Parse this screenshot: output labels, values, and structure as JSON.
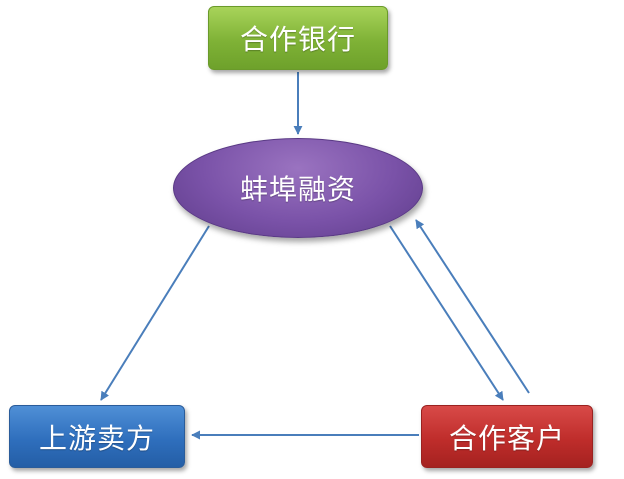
{
  "nodes": {
    "bank": "合作银行",
    "center": "蚌埠融资",
    "seller": "上游卖方",
    "client": "合作客户"
  },
  "colors": {
    "bank": "#7fb236",
    "center": "#7a52a8",
    "seller": "#2f6fbd",
    "client": "#bf2d2b",
    "arrow": "#4a7ebb"
  }
}
